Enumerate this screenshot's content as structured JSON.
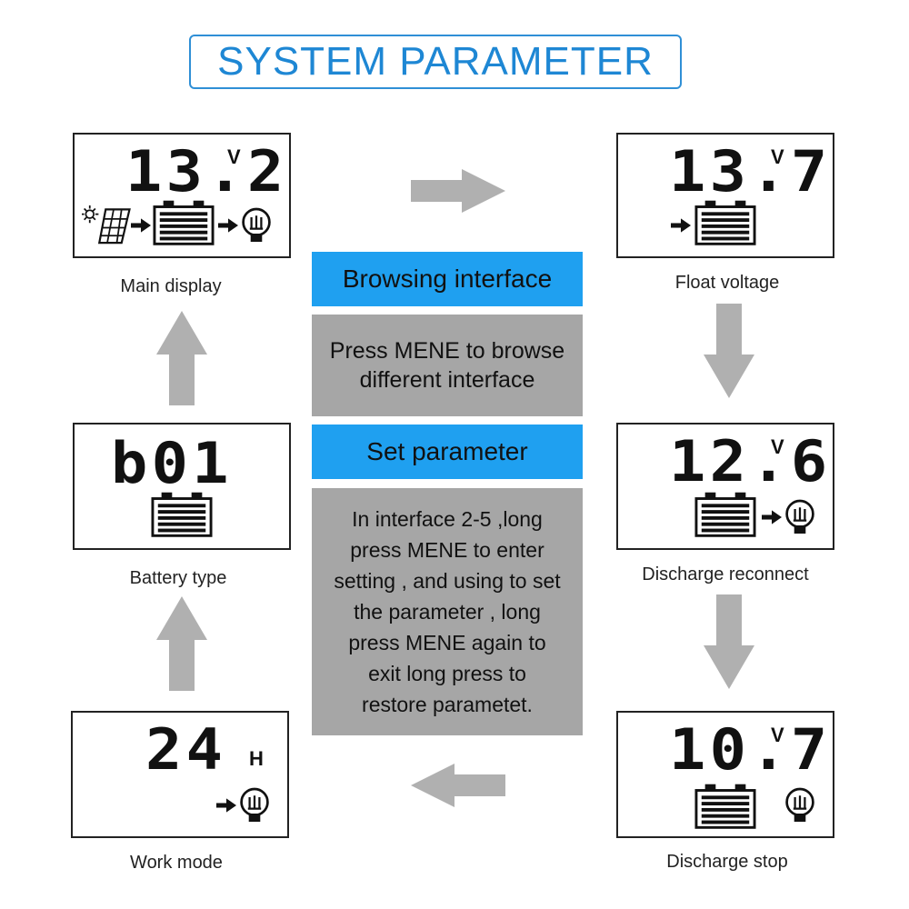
{
  "title": "SYSTEM PARAMETER",
  "center": {
    "browsing_title": "Browsing interface",
    "browsing_desc": "Press MENE to browse different interface",
    "set_title": "Set parameter",
    "set_desc": "In interface 2-5 ,long press MENE to enter setting , and using to set the parameter , long press MENE again to exit long press to restore parametet."
  },
  "panels": {
    "main": {
      "reading": "13.2",
      "unit": "V",
      "caption": "Main display"
    },
    "float": {
      "reading": "13.7",
      "unit": "V",
      "caption": "Float voltage"
    },
    "reconnect": {
      "reading": "12.6",
      "unit": "V",
      "caption": "Discharge reconnect"
    },
    "stop": {
      "reading": "10.7",
      "unit": "V",
      "caption": "Discharge stop"
    },
    "work": {
      "reading": "24",
      "unit": "H",
      "caption": "Work mode"
    },
    "battery": {
      "reading": "b01",
      "caption": "Battery type"
    }
  },
  "colors": {
    "accent_blue": "#1fa0f0",
    "title_blue": "#1e87d4",
    "gray_box": "#a6a6a6",
    "arrow_gray": "#b0b0b0"
  }
}
